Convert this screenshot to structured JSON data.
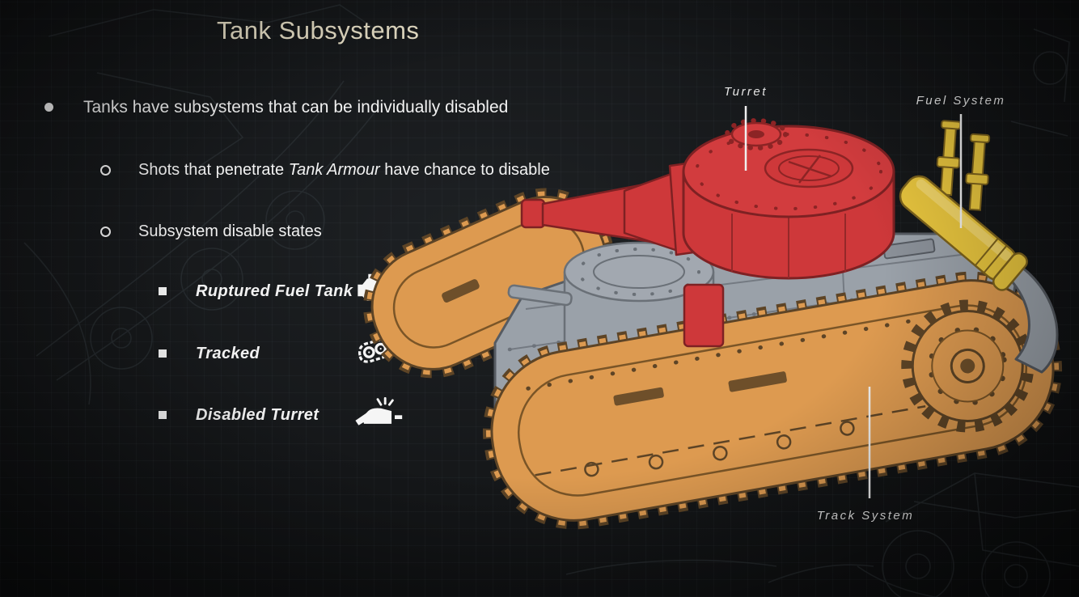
{
  "slide": {
    "title": "Tank Subsystems",
    "bullets": {
      "main": "Tanks have subsystems that can be individually disabled",
      "shots_prefix": "Shots that penetrate ",
      "shots_emphasis": "Tank Armour",
      "shots_suffix": " have chance to disable",
      "states_heading": "Subsystem disable states"
    },
    "disable_states": [
      {
        "label": "Ruptured Fuel Tank",
        "icon": "engine-icon"
      },
      {
        "label": "Tracked",
        "icon": "tank-track-icon"
      },
      {
        "label": "Disabled Turret",
        "icon": "broken-turret-icon"
      }
    ]
  },
  "diagram": {
    "callouts": {
      "turret": "Turret",
      "fuel_system": "Fuel System",
      "track_system": "Track System"
    },
    "colors": {
      "turret_highlight": "#ce383a",
      "hull_gray": "#9aa1a9",
      "track_highlight": "#dd9a50",
      "fuel_highlight": "#e8c53e"
    }
  },
  "theme": {
    "background": "#121416",
    "title_color": "#ece4cb",
    "body_text_color": "#f2f2f2",
    "callout_text_color": "#e8e8e8"
  }
}
